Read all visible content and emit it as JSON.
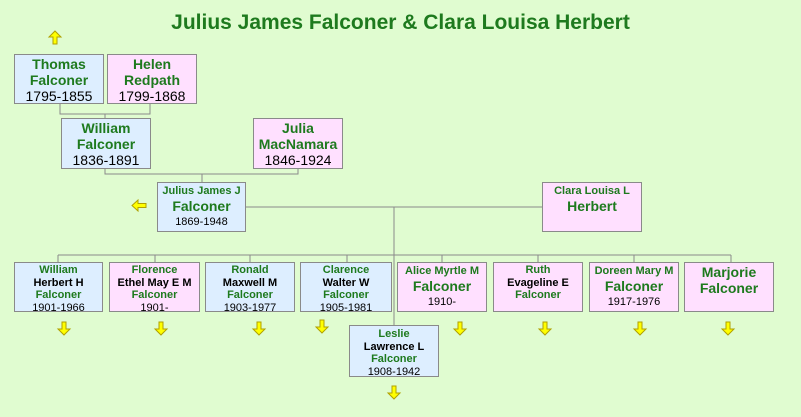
{
  "title": "Julius James Falconer & Clara Louisa Herbert",
  "grandparents": {
    "thomas": {
      "first": "Thomas",
      "last": "Falconer",
      "years": "1795-1855"
    },
    "helen": {
      "first": "Helen",
      "last": "Redpath",
      "years": "1799-1868"
    }
  },
  "parents": {
    "william": {
      "first": "William",
      "last": "Falconer",
      "years": "1836-1891"
    },
    "julia": {
      "first": "Julia",
      "last": "MacNamara",
      "years": "1846-1924"
    }
  },
  "couple": {
    "julius": {
      "first": "Julius James J",
      "last": "Falconer",
      "years": "1869-1948"
    },
    "clara": {
      "first": "Clara Louisa L",
      "last": "Herbert"
    }
  },
  "children": [
    {
      "first": "William",
      "middle": "Herbert H",
      "last": "Falconer",
      "years": "1901-1966"
    },
    {
      "first": "Florence",
      "middle": "Ethel May E M",
      "last": "Falconer",
      "years": "1901-"
    },
    {
      "first": "Ronald",
      "middle": "Maxwell M",
      "last": "Falconer",
      "years": "1903-1977"
    },
    {
      "first": "Clarence",
      "middle": "Walter W",
      "last": "Falconer",
      "years": "1905-1981"
    },
    {
      "first": "Alice Myrtle M",
      "last": "Falconer",
      "years": "1910-"
    },
    {
      "first": "Ruth",
      "middle": "Evageline E",
      "last": "Falconer"
    },
    {
      "first": "Doreen Mary M",
      "last": "Falconer",
      "years": "1917-1976"
    },
    {
      "first": "Marjorie",
      "last": "Falconer"
    },
    {
      "first": "Leslie",
      "middle": "Lawrence L",
      "last": "Falconer",
      "years": "1908-1942"
    }
  ],
  "colors": {
    "male_box": "#ddeeff",
    "female_box": "#ffe0ff",
    "name_green": "#1e7a1e",
    "arrow_yellow": "#ffff00"
  },
  "icons": {
    "up": "arrow-up-icon",
    "left": "arrow-left-icon",
    "down": "arrow-down-icon"
  }
}
